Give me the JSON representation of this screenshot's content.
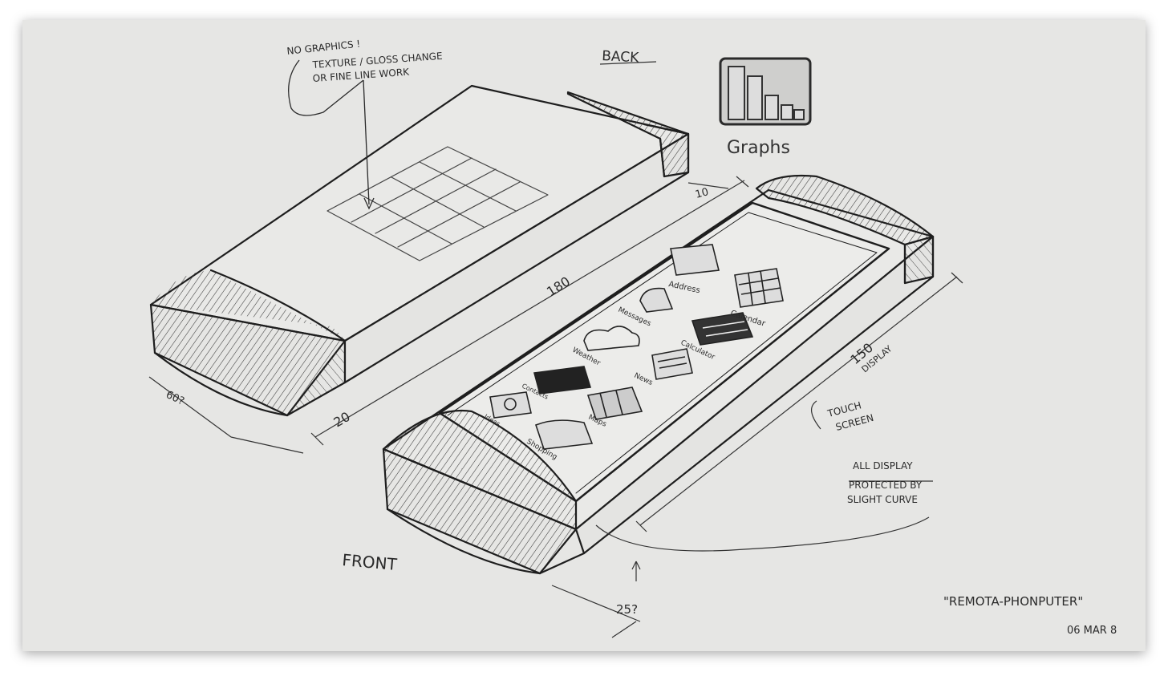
{
  "sketch": {
    "back_label": "BACK",
    "front_label": "FRONT",
    "note_top": [
      "NO GRAPHICS !",
      "TEXTURE / GLOSS CHANGE",
      "OR FINE LINE WORK"
    ],
    "graphs_label": "Graphs",
    "dimensions": {
      "back_length": "180",
      "back_depth": "20",
      "back_width": "60?",
      "front_top": "10",
      "front_height": "25?",
      "display": "150",
      "display_word": "DISPLAY"
    },
    "touch_screen_note": [
      "TOUCH",
      "SCREEN"
    ],
    "display_note": [
      "ALL DISPLAY",
      "PROTECTED BY",
      "SLIGHT CURVE"
    ],
    "app_icons": [
      {
        "label": "Address",
        "icon": "binder-icon"
      },
      {
        "label": "Calendar",
        "icon": "calendar-icon"
      },
      {
        "label": "Messages",
        "icon": "mailbox-icon"
      },
      {
        "label": "Calculator",
        "icon": "calculator-icon"
      },
      {
        "label": "Weather",
        "icon": "weather-icon"
      },
      {
        "label": "News",
        "icon": "newspaper-icon"
      },
      {
        "label": "Contacts",
        "icon": "contact-card-icon"
      },
      {
        "label": "Maps",
        "icon": "map-icon"
      },
      {
        "label": "Ideas",
        "icon": "lightbulb-icon"
      },
      {
        "label": "Shopping",
        "icon": "shopping-bag-icon"
      }
    ],
    "title_note": "\"REMOTA-PHONPUTER\"",
    "date_note": "06 MAR 8"
  }
}
